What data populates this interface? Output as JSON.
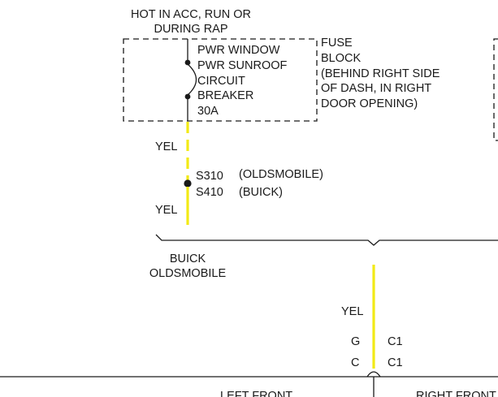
{
  "header": {
    "line1": "HOT IN ACC, RUN OR",
    "line2": "DURING RAP"
  },
  "breaker": {
    "lines": [
      "PWR WINDOW",
      "PWR SUNROOF",
      "CIRCUIT",
      "BREAKER",
      "30A"
    ]
  },
  "fuse_block": {
    "lines": [
      "FUSE",
      "BLOCK",
      "(BEHIND RIGHT SIDE",
      "OF DASH, IN RIGHT",
      "DOOR OPENING)"
    ]
  },
  "wires": {
    "upper_color": "YEL",
    "lower_color": "YEL",
    "right_color": "YEL",
    "color_hex": "#f2ea16"
  },
  "splice": {
    "olds_id": "S310",
    "olds_label": "(OLDSMOBILE)",
    "buick_id": "S410",
    "buick_label": "(BUICK)"
  },
  "branch": {
    "line1": "BUICK",
    "line2": "OLDSMOBILE"
  },
  "connectors": {
    "top_pin": "G",
    "top_name": "C1",
    "bottom_pin": "C",
    "bottom_name": "C1"
  },
  "bottom": {
    "left_label": "LEFT FRONT",
    "right_label": "RIGHT FRONT"
  }
}
